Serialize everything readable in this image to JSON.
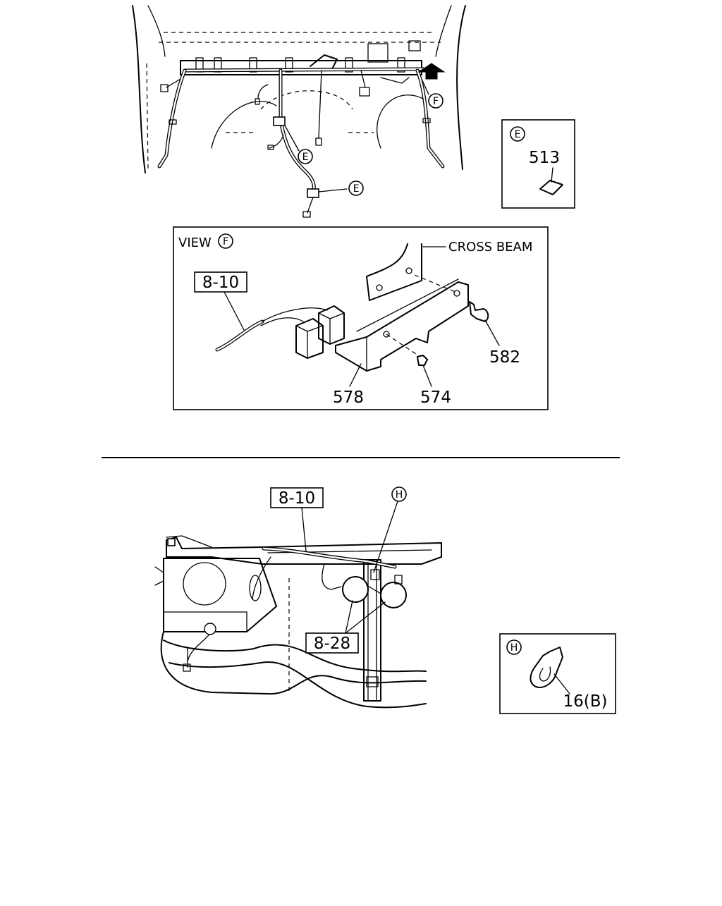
{
  "top_diagram": {
    "callouts": {
      "e1": "E",
      "e2": "E",
      "f": "F"
    }
  },
  "detail_e": {
    "letter": "E",
    "part": "513"
  },
  "view_f": {
    "view_label": "VIEW",
    "letter": "F",
    "cross_beam": "CROSS BEAM",
    "ref": "8-10",
    "parts": {
      "bracket": "578",
      "screw": "574",
      "clip": "582"
    }
  },
  "bottom_diagram": {
    "ref_top": "8-10",
    "ref_bottom": "8-28",
    "callout": "H"
  },
  "detail_h": {
    "letter": "H",
    "part": "16(B)"
  }
}
